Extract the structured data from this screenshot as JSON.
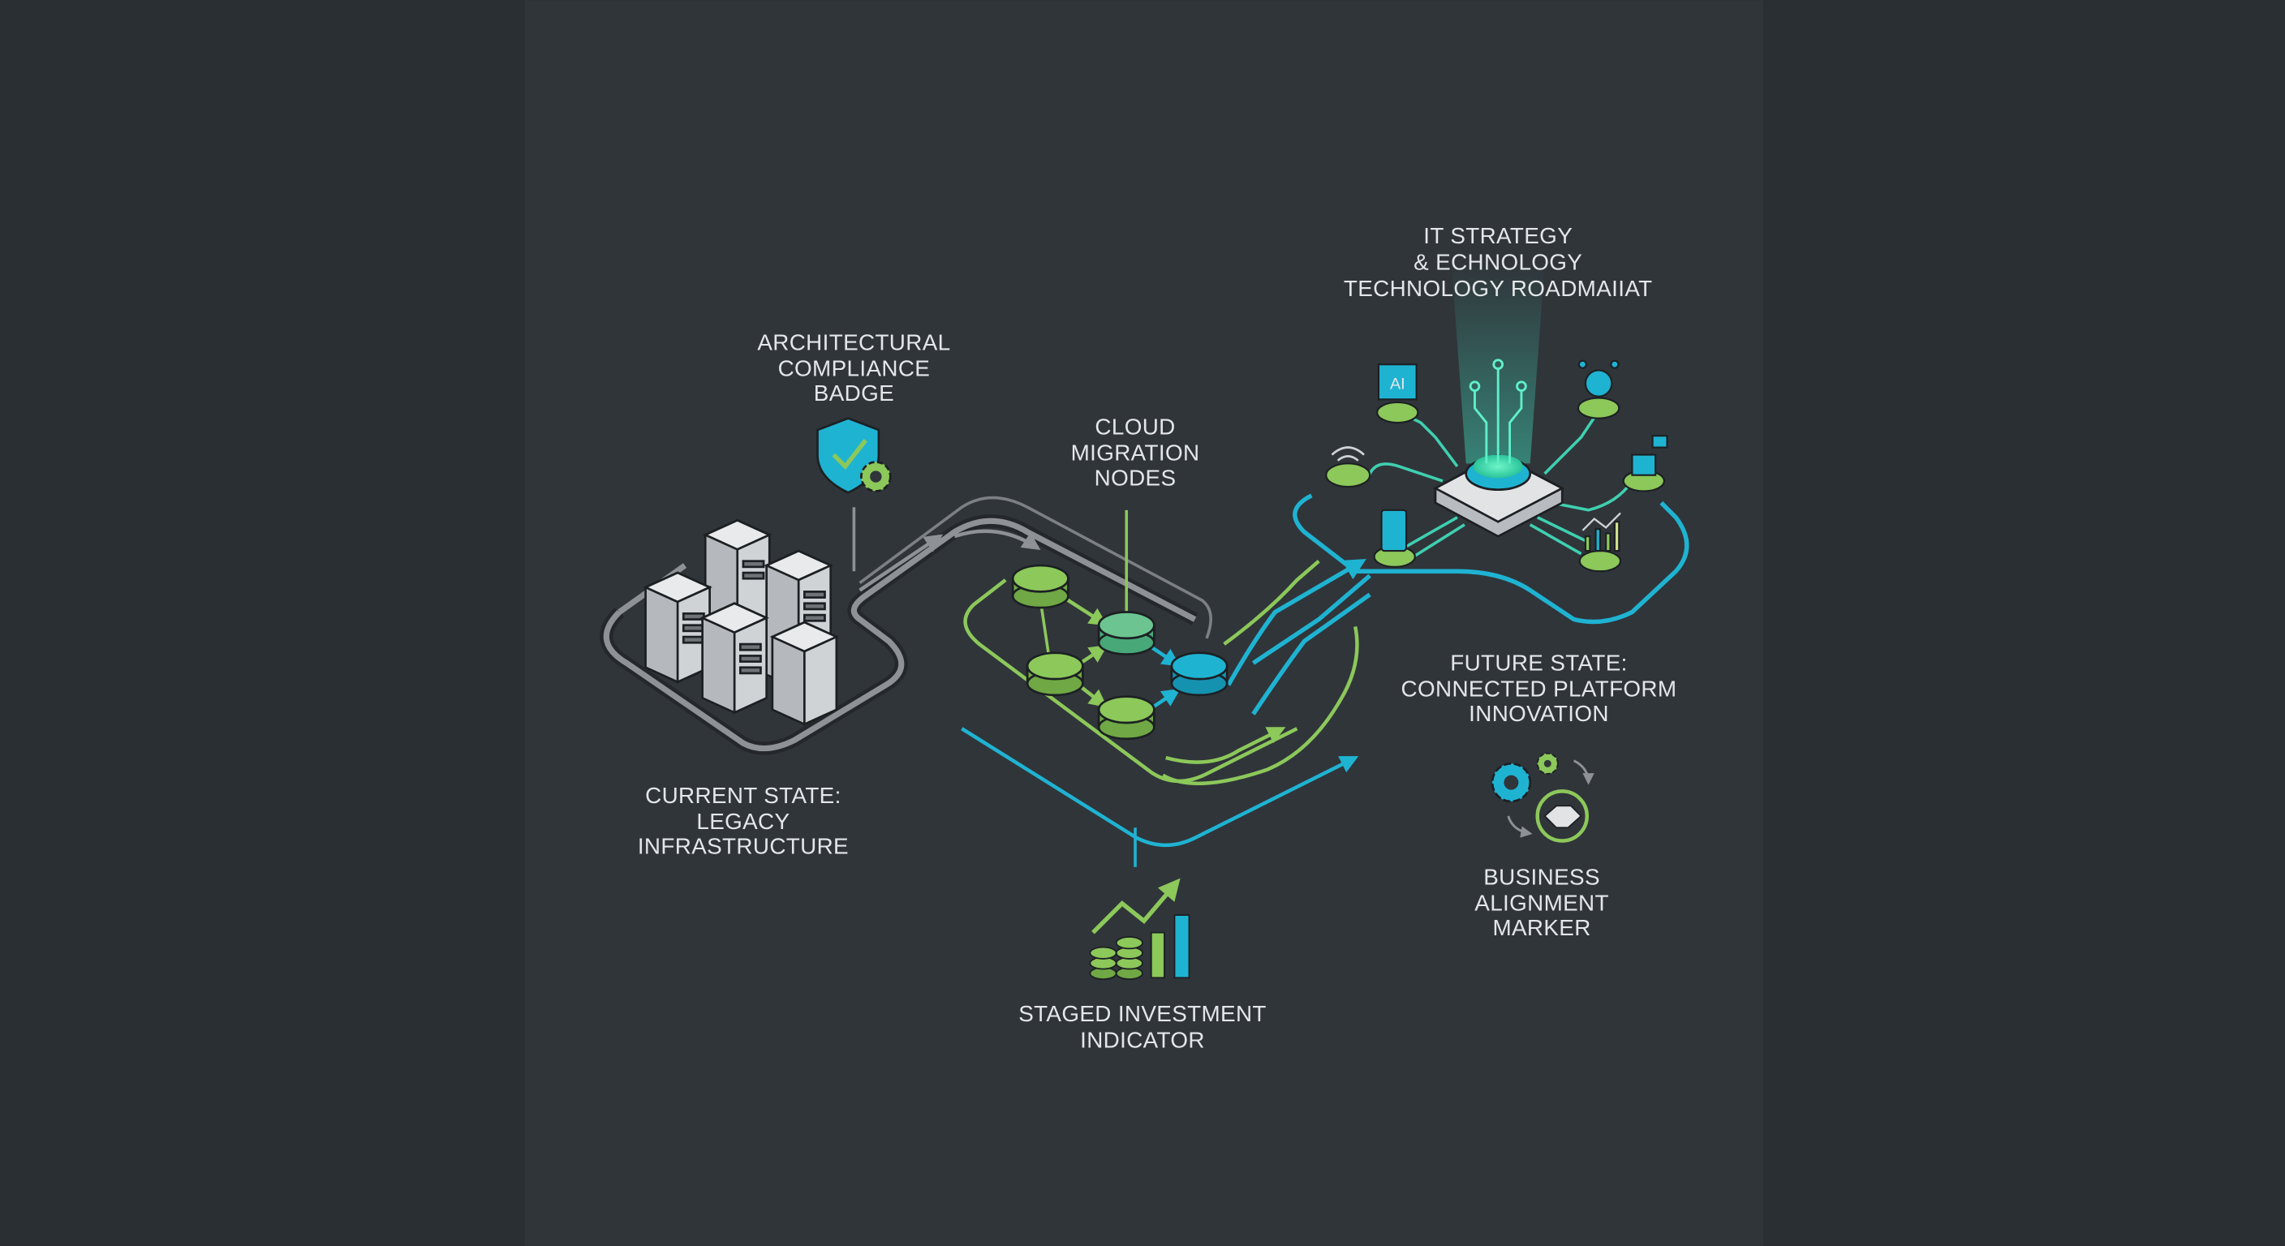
{
  "title": {
    "lines": [
      "IT STRATEGY",
      "& ECHNOLOGY",
      "TECHNOLOGY ROADMAIIAT"
    ]
  },
  "labels": {
    "compliance": [
      "ARCHITECTURAL",
      "COMPLIANCE",
      "BADGE"
    ],
    "cloud": [
      "CLOUD",
      "MIGRATION",
      "NODES"
    ],
    "current": [
      "CURRENT STATE:",
      "LEGACY",
      "INFRASTRUCTURE"
    ],
    "future": [
      "FUTURE STATE:",
      "CONNECTED PLATFORM",
      "INNOVATION"
    ],
    "business": [
      "BUSINESS",
      "ALIGNMENT",
      "MARKER"
    ],
    "investment": [
      "STAGED INVESTMENT",
      "INDICATOR"
    ]
  },
  "hub_chip_text": "AI",
  "icons": [
    "shield-check-icon",
    "gear-icon",
    "server-rack-icon",
    "database-node-icon",
    "chip-ai-icon",
    "wifi-icon",
    "robot-icon",
    "mobile-icon",
    "bar-chart-icon",
    "handshake-icon",
    "coin-stack-icon"
  ],
  "colors": {
    "background": "#2a2f33",
    "panel": "#30353a",
    "legacy_gray": "#8e9296",
    "green": "#8cc85a",
    "cyan": "#1fb3d2",
    "text": "#e4e7e9"
  }
}
